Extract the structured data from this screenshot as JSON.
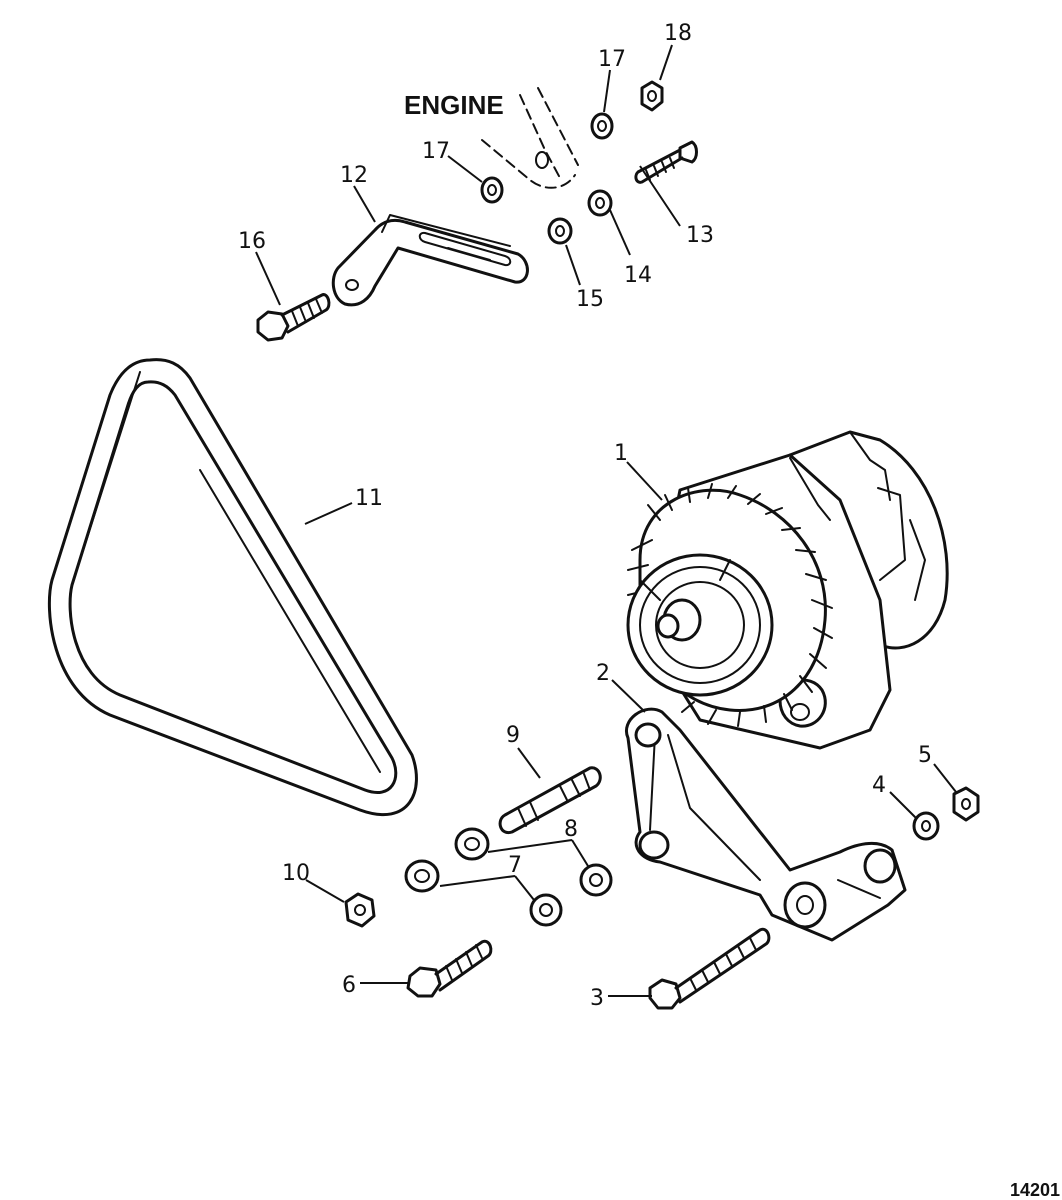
{
  "callouts": [
    "1",
    "2",
    "3",
    "4",
    "5",
    "6",
    "7",
    "8",
    "9",
    "10",
    "11",
    "12",
    "13",
    "14",
    "15",
    "16",
    "17",
    "18"
  ],
  "engine_label": "ENGINE",
  "figure_number": "14201",
  "parts": [
    "alternator",
    "alternator-bracket",
    "bracket-bolt",
    "washer",
    "nut",
    "bolt",
    "spacer",
    "spacer",
    "stud",
    "nut",
    "drive-belt",
    "adjusting-brace",
    "screw",
    "washer",
    "washer",
    "bolt",
    "washer",
    "nut"
  ]
}
